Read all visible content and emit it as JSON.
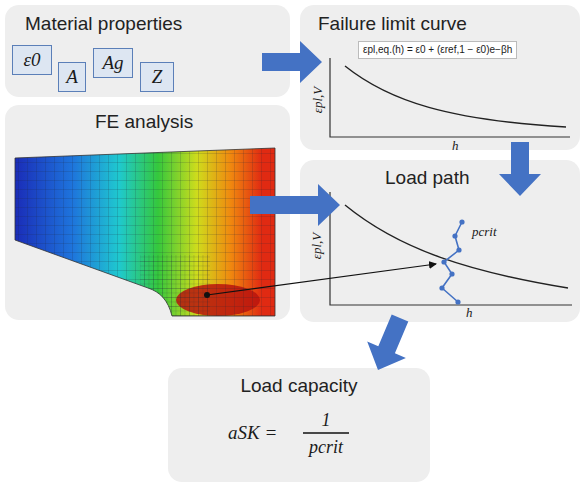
{
  "diagram": {
    "nodes": [
      {
        "text": [
          "Material properties"
        ]
      },
      {
        "text": [
          "ε0"
        ],
        "in": 0
      },
      {
        "text": [
          "A"
        ],
        "in": 0
      },
      {
        "text": [
          "Ag"
        ],
        "in": 0
      },
      {
        "text": [
          "Z"
        ],
        "in": 0
      },
      {
        "text": [
          "Failure limit curve"
        ]
      },
      {
        "text": [
          "FE analysis"
        ]
      },
      {
        "text": [
          "Load path"
        ]
      },
      {
        "text": [
          "Load capacity"
        ]
      }
    ],
    "edges": [
      {
        "from": 0,
        "to": 5,
        "arrow": "to"
      },
      {
        "from": 5,
        "to": 7,
        "arrow": "to"
      },
      {
        "from": 6,
        "to": 7,
        "arrow": "to"
      },
      {
        "from": 7,
        "to": 8,
        "arrow": "to"
      }
    ],
    "labels": [
      "εpl,eq.(h) = ε0 + (εref,1 − ε0)e−βh",
      "εpl,V",
      "h",
      "εpl,V",
      "h",
      "pcrit",
      "aSK =",
      "1",
      "pcrit"
    ]
  }
}
